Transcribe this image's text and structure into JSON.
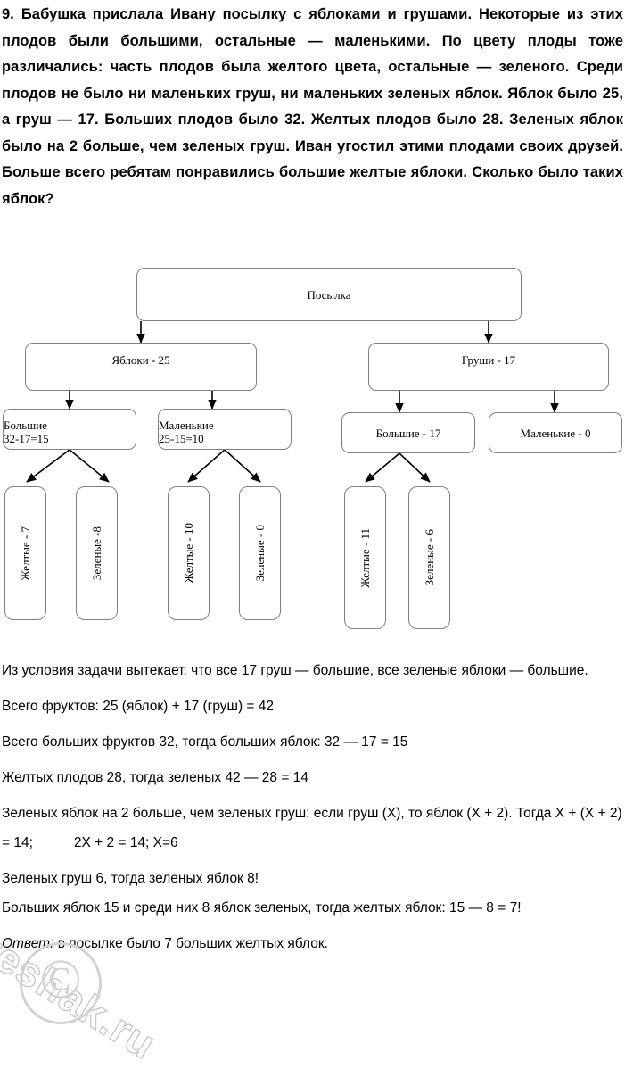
{
  "problem": {
    "number": "9",
    "text": ". Бабушка прислала Ивану посылку с яблоками и грушами. Некоторые из этих плодов были большими, остальные — маленькими. По цвету плоды тоже различались: часть плодов была желтого цвета, остальные — зеленого. Среди плодов не было ни маленьких груш, ни маленьких зеленых яблок. Яблок было 25, а груш — 17. Больших плодов было 32. Желтых плодов было 28. Зеленых яблок было на 2 больше, чем зеленых груш. Иван угостил этими плодами своих друзей. Больше всего ребятам понравились большие желтые яблоки. Сколько было таких яблок?"
  },
  "diagram": {
    "type": "tree",
    "root": {
      "label": "Посылка"
    },
    "level2": [
      {
        "label": "Яблоки - 25"
      },
      {
        "label": "Груши - 17"
      }
    ],
    "level3": [
      {
        "line1": "Большие",
        "line2": "32-17=15"
      },
      {
        "line1": "Маленькие",
        "line2": "25-15=10"
      },
      {
        "line1": "Большие - 17",
        "line2": ""
      },
      {
        "line1": "Маленькие - 0",
        "line2": ""
      }
    ],
    "level4": [
      {
        "label": "Желтые - 7"
      },
      {
        "label": "Зеленые -8"
      },
      {
        "label": "Желтые - 10"
      },
      {
        "label": "Зеленые - 0"
      },
      {
        "label": "Желтые - 11"
      },
      {
        "label": "Зеленые - 6"
      }
    ]
  },
  "solution": {
    "p1": "Из условия задачи вытекает, что все 17 груш — большие, все зеленые яблоки — большие.",
    "p2": "Всего фруктов: 25 (яблок) + 17 (груш) = 42",
    "p3": "Всего больших фруктов 32, тогда больших яблок: 32 — 17 = 15",
    "p4": "Желтых плодов 28, тогда зеленых 42 — 28 = 14",
    "p5a": "Зеленых яблок на 2 больше, чем зеленых груш: если груш (X), то яблок (X + 2). Тогда X + (X + 2) = 14;",
    "p5b": "2X + 2 = 14; X=6",
    "p6": "Зеленых груш 6, тогда зеленых яблок 8!",
    "p7": "Больших яблок 15 и среди них 8 яблок зеленых, тогда желтых яблок: 15 — 8 = 7!",
    "answer_label": "Ответ:",
    "answer_text": " в посылке было 7 больших желтых яблок."
  },
  "watermark": {
    "text": "reshak.ru",
    "symbol": "©"
  }
}
